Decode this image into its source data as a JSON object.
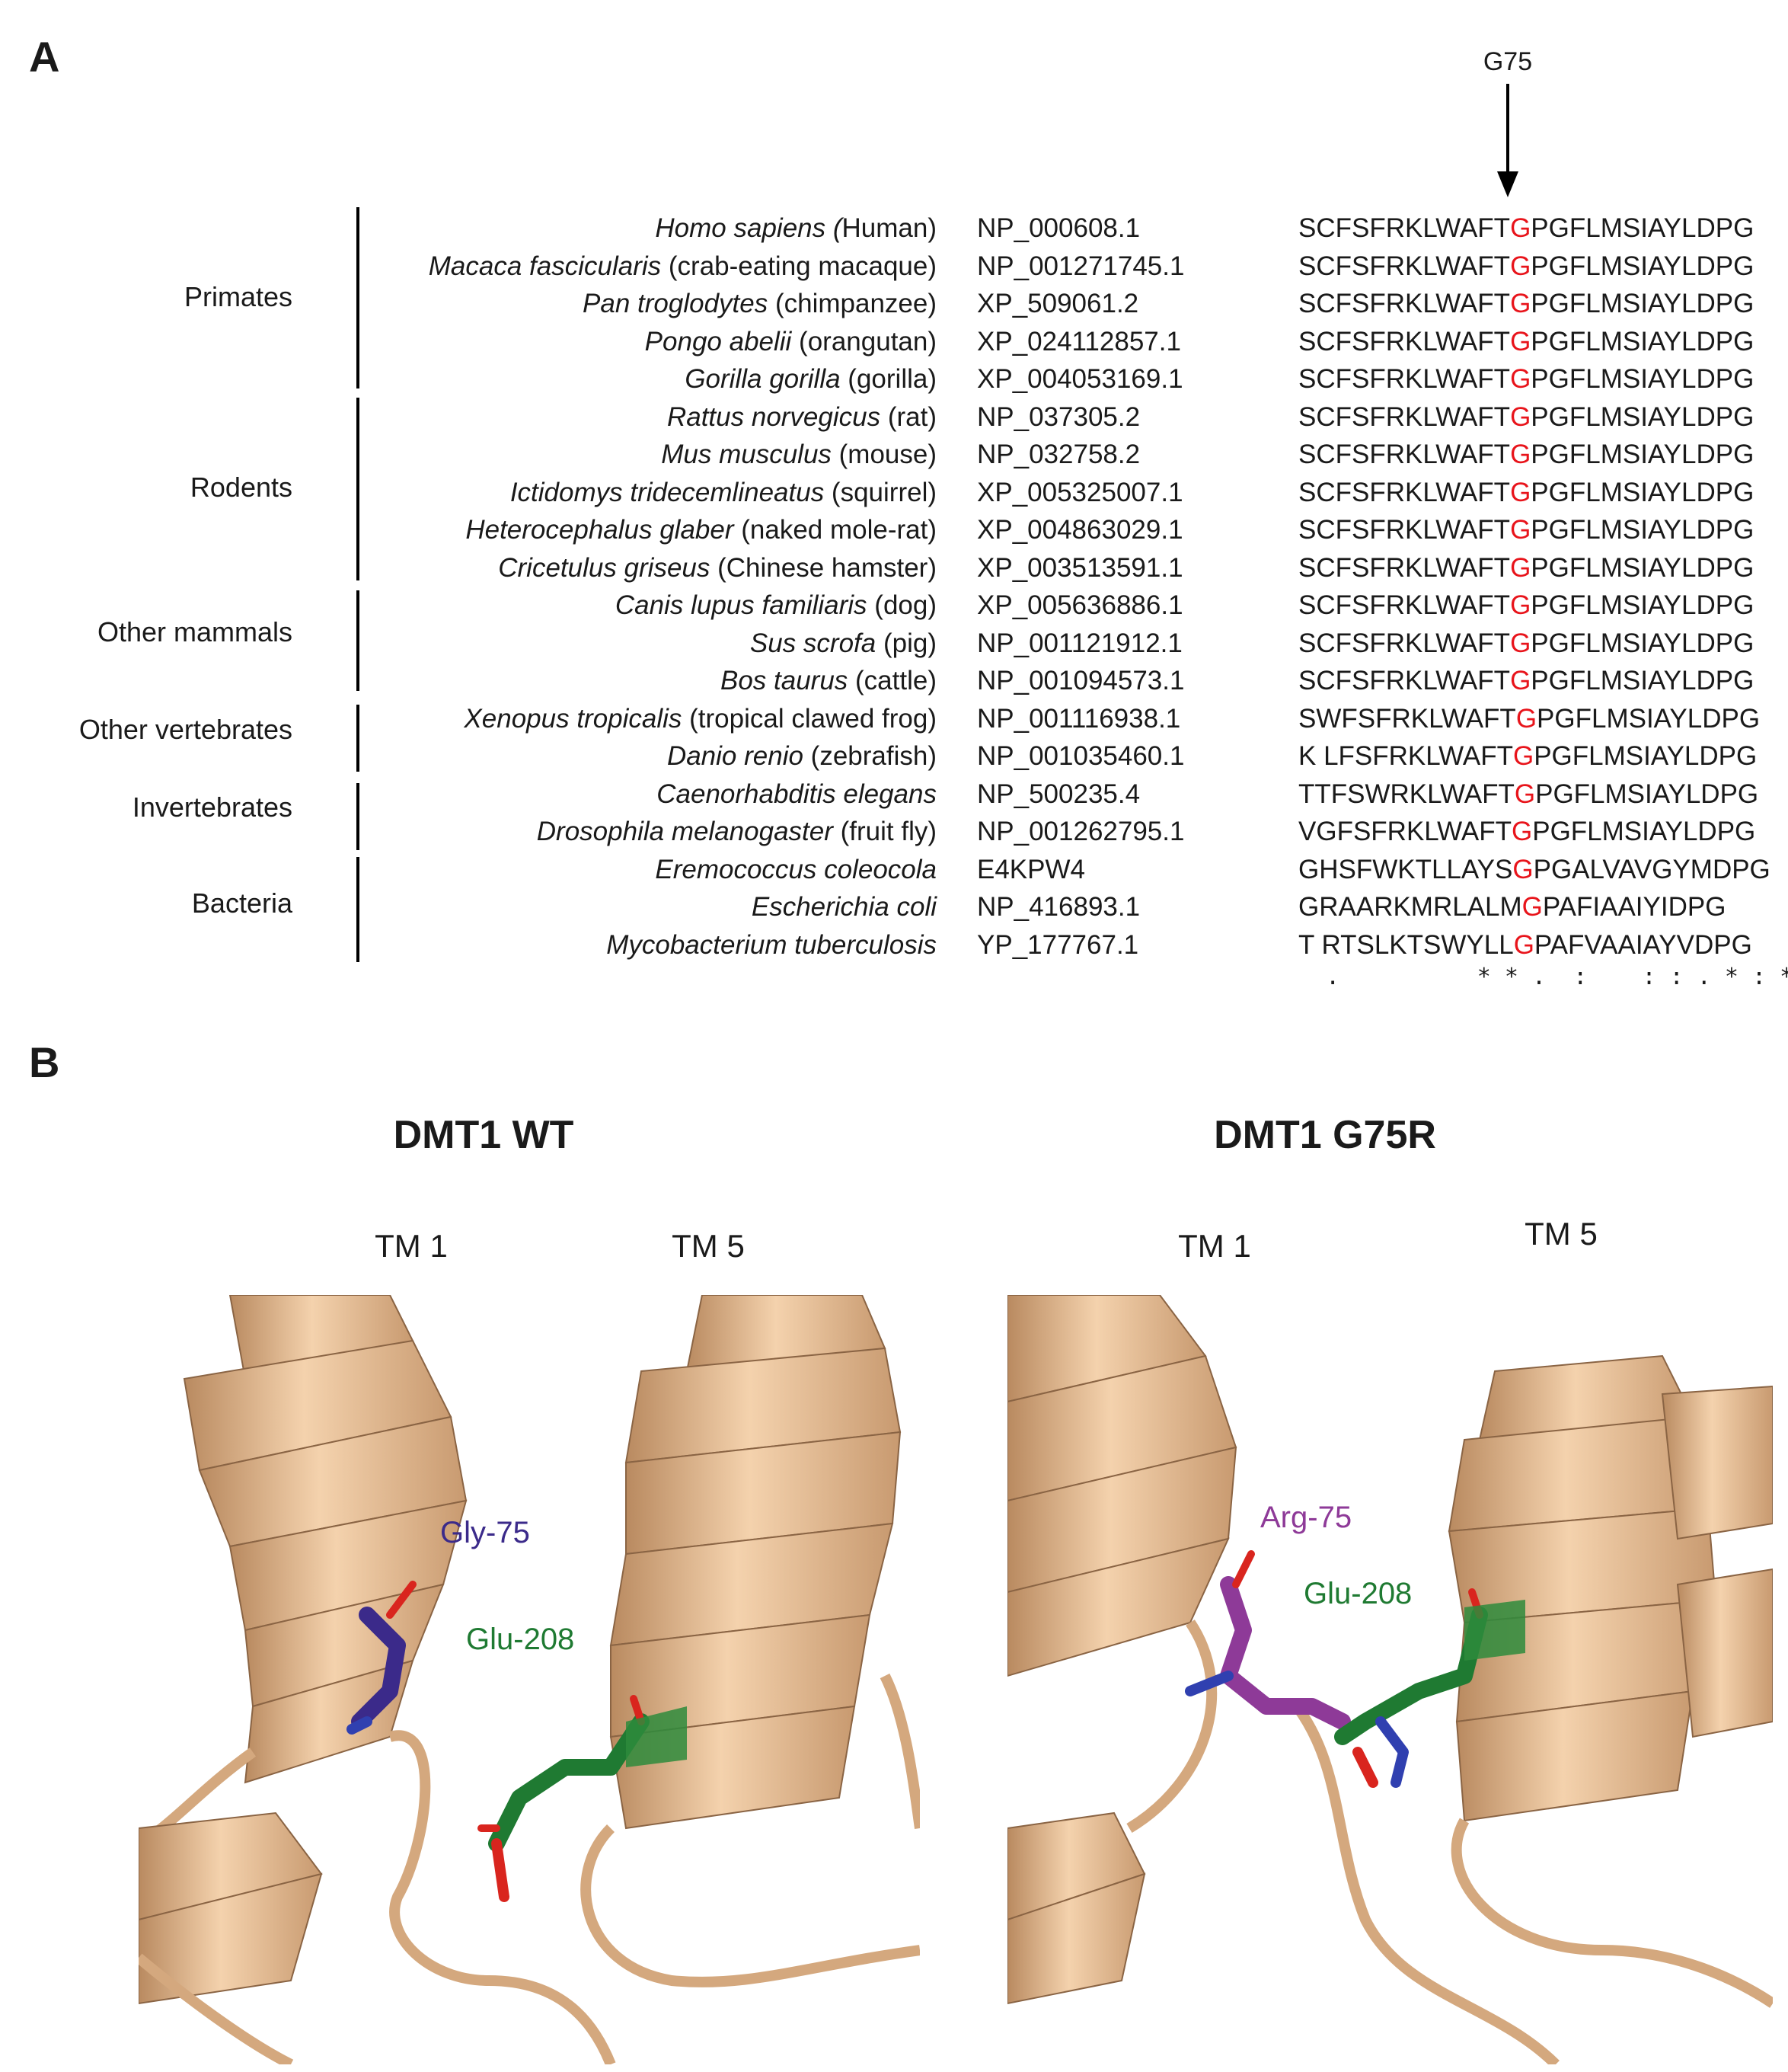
{
  "panel_a": {
    "letter": "A",
    "arrow_label": "G75",
    "groups": [
      {
        "label": "Primates"
      },
      {
        "label": "Rodents"
      },
      {
        "label": "Other mammals"
      },
      {
        "label": "Other vertebrates"
      },
      {
        "label": "Invertebrates"
      },
      {
        "label": "Bacteria"
      }
    ],
    "rows": [
      {
        "sci": "Homo sapiens (",
        "common": "Human)",
        "accession": "NP_000608.1",
        "seq_pre": "SCFSFRKLWAFT",
        "seq_g": "G",
        "seq_post": "PGFLMSIAYLDPG"
      },
      {
        "sci": "Macaca fascicularis",
        "common": " (crab-eating macaque)",
        "accession": "NP_001271745.1",
        "seq_pre": "SCFSFRKLWAFT",
        "seq_g": "G",
        "seq_post": "PGFLMSIAYLDPG"
      },
      {
        "sci": "Pan troglodytes",
        "common": " (chimpanzee)",
        "accession": "XP_509061.2",
        "seq_pre": "SCFSFRKLWAFT",
        "seq_g": "G",
        "seq_post": "PGFLMSIAYLDPG"
      },
      {
        "sci": "Pongo abelii",
        "common": " (orangutan)",
        "accession": "XP_024112857.1",
        "seq_pre": "SCFSFRKLWAFT",
        "seq_g": "G",
        "seq_post": "PGFLMSIAYLDPG"
      },
      {
        "sci": "Gorilla gorilla",
        "common": " (gorilla)",
        "accession": "XP_004053169.1",
        "seq_pre": "SCFSFRKLWAFT",
        "seq_g": "G",
        "seq_post": "PGFLMSIAYLDPG"
      },
      {
        "sci": "Rattus norvegicus",
        "common": " (rat)",
        "accession": "NP_037305.2",
        "seq_pre": "SCFSFRKLWAFT",
        "seq_g": "G",
        "seq_post": "PGFLMSIAYLDPG"
      },
      {
        "sci": "Mus musculus",
        "common": " (mouse)",
        "accession": "NP_032758.2",
        "seq_pre": "SCFSFRKLWAFT",
        "seq_g": "G",
        "seq_post": "PGFLMSIAYLDPG"
      },
      {
        "sci": "Ictidomys tridecemlineatus",
        "common": " (squirrel)",
        "accession": "XP_005325007.1",
        "seq_pre": "SCFSFRKLWAFT",
        "seq_g": "G",
        "seq_post": "PGFLMSIAYLDPG"
      },
      {
        "sci": "Heterocephalus glaber",
        "common": " (naked mole-rat)",
        "accession": "XP_004863029.1",
        "seq_pre": "SCFSFRKLWAFT",
        "seq_g": "G",
        "seq_post": "PGFLMSIAYLDPG"
      },
      {
        "sci": "Cricetulus griseus",
        "common": " (Chinese hamster)",
        "accession": "XP_003513591.1",
        "seq_pre": "SCFSFRKLWAFT",
        "seq_g": "G",
        "seq_post": "PGFLMSIAYLDPG"
      },
      {
        "sci": "Canis lupus familiaris",
        "common": " (dog)",
        "accession": "XP_005636886.1",
        "seq_pre": "SCFSFRKLWAFT",
        "seq_g": "G",
        "seq_post": "PGFLMSIAYLDPG"
      },
      {
        "sci": "Sus scrofa",
        "common": " (pig)",
        "accession": "NP_001121912.1",
        "seq_pre": "SCFSFRKLWAFT",
        "seq_g": "G",
        "seq_post": "PGFLMSIAYLDPG"
      },
      {
        "sci": "Bos taurus",
        "common": " (cattle)",
        "accession": "NP_001094573.1",
        "seq_pre": "SCFSFRKLWAFT",
        "seq_g": "G",
        "seq_post": "PGFLMSIAYLDPG"
      },
      {
        "sci": "Xenopus tropicalis",
        "common": " (tropical clawed frog)",
        "accession": "NP_001116938.1",
        "seq_pre": "SWFSFRKLWAFT",
        "seq_g": "G",
        "seq_post": "PGFLMSIAYLDPG"
      },
      {
        "sci": "Danio renio",
        "common": " (zebrafish)",
        "accession": "NP_001035460.1",
        "seq_pre": "K LFSFRKLWAFT",
        "seq_g": "G",
        "seq_post": "PGFLMSIAYLDPG"
      },
      {
        "sci": "Caenorhabditis elegans",
        "common": "",
        "accession": "NP_500235.4",
        "seq_pre": "TTFSWRKLWAFT",
        "seq_g": "G",
        "seq_post": "PGFLMSIAYLDPG"
      },
      {
        "sci": "Drosophila melanogaster",
        "common": " (fruit fly)",
        "accession": "NP_001262795.1",
        "seq_pre": "VGFSFRKLWAFT",
        "seq_g": "G",
        "seq_post": "PGFLMSIAYLDPG"
      },
      {
        "sci": "Eremococcus coleocola",
        "common": "",
        "accession": "E4KPW4",
        "seq_pre": "GHSFWKTLLAYS",
        "seq_g": "G",
        "seq_post": "PGALVAVGYMDPG"
      },
      {
        "sci": "Escherichia coli",
        "common": "",
        "accession": "NP_416893.1",
        "seq_pre": "GRAARKMRLALM",
        "seq_g": "G",
        "seq_post": "PAFIAAIYIDPG"
      },
      {
        "sci": "Mycobacterium tuberculosis",
        "common": "",
        "accession": "YP_177767.1",
        "seq_pre": "T RTSLKTSWYLL",
        "seq_g": "G",
        "seq_post": "PAFVAAIAYVDPG"
      }
    ],
    "consensus": "  .          * * .  :    : : . * : * * *"
  },
  "panel_b": {
    "letter": "B",
    "wt": {
      "title": "DMT1 WT",
      "tm1": "TM 1",
      "tm5": "TM 5",
      "res1": "Gly-75",
      "res2": "Glu-208"
    },
    "mut": {
      "title": "DMT1 G75R",
      "tm1": "TM 1",
      "tm5": "TM 5",
      "res1": "Arg-75",
      "res2": "Glu-208"
    }
  },
  "colors": {
    "highlight": "#e8141b",
    "ribbon": "#e0b68c",
    "gly": "#3b2a8a",
    "arg": "#8e3a98",
    "glu": "#1f7a32"
  }
}
